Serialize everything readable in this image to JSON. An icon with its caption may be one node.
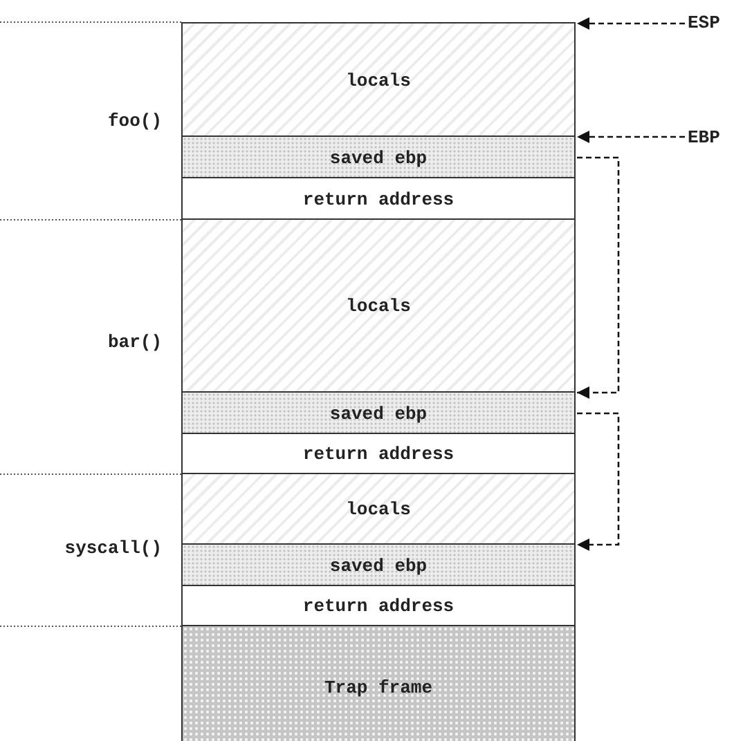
{
  "diagram": {
    "nodes": [
      {
        "text": [
          "locals"
        ]
      },
      {
        "text": [
          "saved ebp"
        ]
      },
      {
        "text": [
          "return address"
        ]
      },
      {
        "text": [
          "locals"
        ]
      },
      {
        "text": [
          "saved ebp"
        ]
      },
      {
        "text": [
          "return address"
        ]
      },
      {
        "text": [
          "locals"
        ]
      },
      {
        "text": [
          "saved ebp"
        ]
      },
      {
        "text": [
          "return address"
        ]
      },
      {
        "text": [
          "Trap frame"
        ]
      },
      {
        "text": [
          "ESP"
        ]
      },
      {
        "text": [
          "EBP"
        ]
      }
    ],
    "edges": [
      {
        "from": 10,
        "to": 0,
        "arrow": "to",
        "style": "dashed"
      },
      {
        "from": 11,
        "to": 1,
        "arrow": "to",
        "style": "dashed"
      },
      {
        "from": 1,
        "to": 4,
        "arrow": "to",
        "style": "dashed"
      },
      {
        "from": 4,
        "to": 7,
        "arrow": "to",
        "style": "dashed"
      }
    ],
    "labels": [
      "foo()",
      "bar()",
      "syscall()"
    ]
  }
}
